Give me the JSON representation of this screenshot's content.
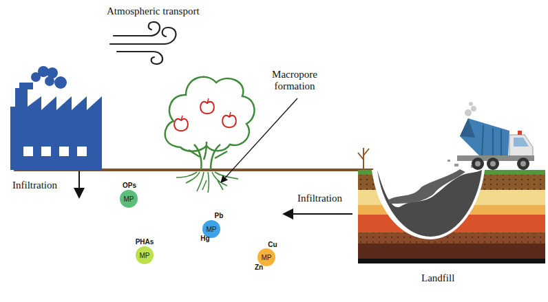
{
  "diagram": {
    "nodes": [
      {
        "text": [
          "MP"
        ]
      },
      {
        "text": [
          "MP"
        ]
      },
      {
        "text": [
          "MP"
        ]
      },
      {
        "text": [
          "MP"
        ]
      }
    ],
    "labels": [
      "Atmospheric transport",
      "Macropore formation",
      "Infiltration",
      "Infiltration",
      "Landfill",
      "OPs",
      "Pb",
      "Hg",
      "PHAs",
      "Cu",
      "Zn"
    ]
  }
}
